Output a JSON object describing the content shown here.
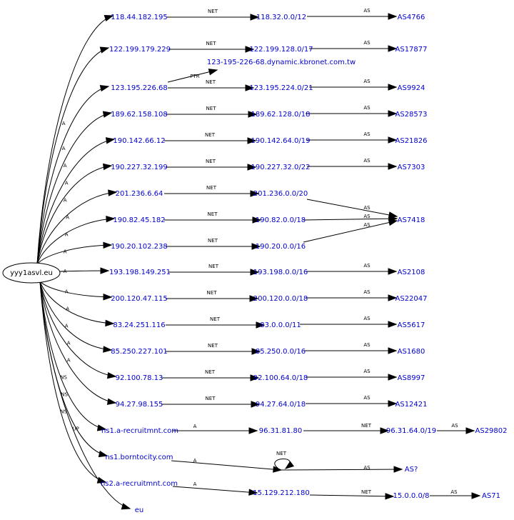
{
  "root": {
    "label": "yyy1asvl.eu"
  },
  "rows": [
    {
      "host": "118.44.182.195",
      "root_edge": "",
      "net_label": "NET",
      "net": "118.32.0.0/12",
      "as_label": "AS",
      "as": "AS4766"
    },
    {
      "host": "122.199.179.229",
      "root_edge": "A",
      "net_label": "NET",
      "net": "122.199.128.0/17",
      "as_label": "AS",
      "as": "AS17877"
    },
    {
      "host": "123.195.226.68",
      "root_edge": "A",
      "net_label": "NET",
      "net": "123.195.224.0/21",
      "as_label": "AS",
      "as": "AS9924",
      "ptr_label": "PTR",
      "ptr": "123-195-226-68.dynamic.kbronet.com.tw"
    },
    {
      "host": "189.62.158.108",
      "root_edge": "A",
      "net_label": "NET",
      "net": "189.62.128.0/18",
      "as_label": "AS",
      "as": "AS28573"
    },
    {
      "host": "190.142.66.12",
      "root_edge": "A",
      "net_label": "NET",
      "net": "190.142.64.0/19",
      "as_label": "AS",
      "as": "AS21826"
    },
    {
      "host": "190.227.32.199",
      "root_edge": "A",
      "net_label": "NET",
      "net": "190.227.32.0/22",
      "as_label": "AS",
      "as": "AS7303"
    },
    {
      "host": "201.236.6.64",
      "root_edge": "A",
      "net_label": "NET",
      "net": "201.236.0.0/20",
      "as_label": "AS",
      "as": ""
    },
    {
      "host": "190.82.45.182",
      "root_edge": "A",
      "net_label": "NET",
      "net": "190.82.0.0/18",
      "as_label": "AS",
      "as": "AS7418"
    },
    {
      "host": "190.20.102.238",
      "root_edge": "A",
      "net_label": "NET",
      "net": "190.20.0.0/16",
      "as_label": "AS",
      "as": ""
    },
    {
      "host": "193.198.149.251",
      "root_edge": "A",
      "net_label": "NET",
      "net": "193.198.0.0/16",
      "as_label": "AS",
      "as": "AS2108"
    },
    {
      "host": "200.120.47.115",
      "root_edge": "A",
      "net_label": "NET",
      "net": "200.120.0.0/18",
      "as_label": "AS",
      "as": "AS22047"
    },
    {
      "host": "83.24.251.116",
      "root_edge": "A",
      "net_label": "NET",
      "net": "83.0.0.0/11",
      "as_label": "AS",
      "as": "AS5617"
    },
    {
      "host": "85.250.227.101",
      "root_edge": "A",
      "net_label": "NET",
      "net": "85.250.0.0/16",
      "as_label": "AS",
      "as": "AS1680"
    },
    {
      "host": "92.100.78.13",
      "root_edge": "A",
      "net_label": "NET",
      "net": "92.100.64.0/18",
      "as_label": "AS",
      "as": "AS8997"
    },
    {
      "host": "94.27.98.155",
      "root_edge": "A",
      "net_label": "NET",
      "net": "94.27.64.0/18",
      "as_label": "AS",
      "as": "AS12421"
    },
    {
      "host": "ns1.a-recruitmnt.com",
      "root_edge": "NS",
      "ip_label": "A",
      "ip": "96.31.81.80",
      "net_label": "NET",
      "net": "96.31.64.0/19",
      "as_label": "AS",
      "as": "AS29802"
    },
    {
      "host": "ns1.borntocity.com",
      "root_edge": "NS",
      "ip_label": "A",
      "self_loop_label": "NET",
      "as_label": "AS",
      "as": "AS?"
    },
    {
      "host": "ns2.a-recruitmnt.com",
      "root_edge": "NS",
      "ip_label": "A",
      "ip": "15.129.212.180",
      "net_label": "NET",
      "net": "15.0.0.0/8",
      "as_label": "AS",
      "as": "AS71"
    },
    {
      "host": "eu",
      "root_edge": "UP"
    }
  ]
}
